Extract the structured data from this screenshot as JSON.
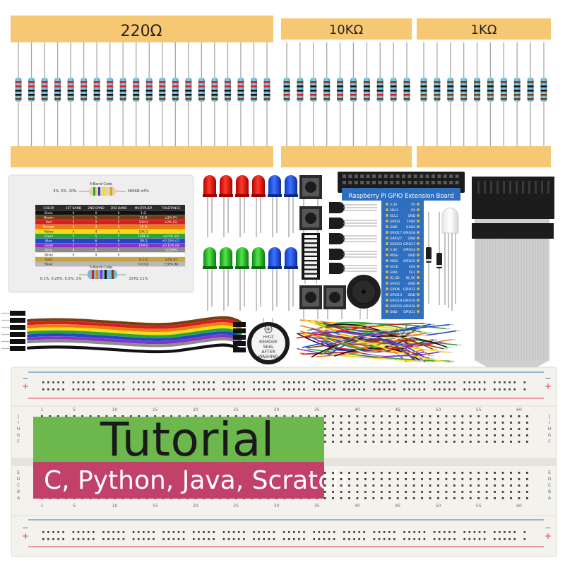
{
  "resistor_labels": {
    "r220": "220Ω",
    "r10k": "10KΩ",
    "r1k": "1KΩ"
  },
  "color_card": {
    "four_band_title": "4-Band-Code",
    "four_band_tol": "2%, 5%, 10%",
    "four_band_value": "560KΩ ±5%",
    "five_band_title": "5-Band-Code",
    "five_band_tol": "0.1%, 0.25%, 0.5%, 1%",
    "five_band_value": "237Ω ±1%",
    "headers": [
      "COLOR",
      "1ST BAND",
      "2ND BAND",
      "3RD BAND",
      "MULTIPLIER",
      "TOLERANCE"
    ],
    "rows": [
      {
        "name": "Black",
        "b1": "0",
        "b2": "0",
        "b3": "0",
        "mult": "1 Ω",
        "tol": "",
        "code": "",
        "color": "#111111",
        "fg": "#ffffff"
      },
      {
        "name": "Brown",
        "b1": "1",
        "b2": "1",
        "b3": "1",
        "mult": "10 Ω",
        "tol": "±1%",
        "code": "(F)",
        "color": "#7a3e12",
        "fg": "#ffffff"
      },
      {
        "name": "Red",
        "b1": "2",
        "b2": "2",
        "b3": "2",
        "mult": "100 Ω",
        "tol": "±2%",
        "code": "(G)",
        "color": "#d81d1d",
        "fg": "#ffffff"
      },
      {
        "name": "Orange",
        "b1": "3",
        "b2": "3",
        "b3": "3",
        "mult": "1K Ω",
        "tol": "",
        "code": "",
        "color": "#f07a12",
        "fg": "#ffffff"
      },
      {
        "name": "Yellow",
        "b1": "4",
        "b2": "4",
        "b3": "4",
        "mult": "10K Ω",
        "tol": "",
        "code": "",
        "color": "#f6dc14",
        "fg": "#222222"
      },
      {
        "name": "Green",
        "b1": "5",
        "b2": "5",
        "b3": "5",
        "mult": "100K Ω",
        "tol": "±0.5%",
        "code": "(D)",
        "color": "#2aa33a",
        "fg": "#ffffff"
      },
      {
        "name": "Blue",
        "b1": "6",
        "b2": "6",
        "b3": "6",
        "mult": "1M Ω",
        "tol": "±0.25%",
        "code": "(C)",
        "color": "#2447c8",
        "fg": "#ffffff"
      },
      {
        "name": "Violet",
        "b1": "7",
        "b2": "7",
        "b3": "7",
        "mult": "10M Ω",
        "tol": "±0.10%",
        "code": "(B)",
        "color": "#8a32c8",
        "fg": "#ffffff"
      },
      {
        "name": "Grey",
        "b1": "8",
        "b2": "8",
        "b3": "8",
        "mult": "",
        "tol": "±0.05%",
        "code": "",
        "color": "#8c8c8c",
        "fg": "#ffffff"
      },
      {
        "name": "White",
        "b1": "9",
        "b2": "9",
        "b3": "9",
        "mult": "",
        "tol": "",
        "code": "",
        "color": "#ffffff",
        "fg": "#222222"
      },
      {
        "name": "Gold",
        "b1": "",
        "b2": "",
        "b3": "",
        "mult": "0.1 Ω",
        "tol": "±5%",
        "code": "(J)",
        "color": "#c9a63b",
        "fg": "#222222"
      },
      {
        "name": "Silver",
        "b1": "",
        "b2": "",
        "b3": "",
        "mult": "0.01 Ω",
        "tol": "±10%",
        "code": "(K)",
        "color": "#b9b9b9",
        "fg": "#222222"
      }
    ]
  },
  "gpio_board": {
    "title": "Raspberry Pi GPIO Extension Board",
    "left_pins": [
      "3.3V",
      "SDA1",
      "SCL1",
      "GPIO4",
      "GND",
      "GPIO17",
      "GPIO27",
      "GPIO22",
      "3.3V",
      "MOSI",
      "MISO",
      "SCLK",
      "GND",
      "ID_SD",
      "GPIO5",
      "GPIO6",
      "GPIO13",
      "GPIO19",
      "GPIO26",
      "GND"
    ],
    "right_pins": [
      "5V",
      "5V",
      "GND",
      "TXD0",
      "RXD0",
      "GPIO18",
      "GND",
      "GPIO23",
      "GPIO24",
      "GND",
      "GPIO25",
      "CE0",
      "CE1",
      "ID_SC",
      "GND",
      "GPIO12",
      "GND",
      "GPIO16",
      "GPIO20",
      "GPIO21"
    ]
  },
  "buzzer_label": {
    "brand": "HYDZ",
    "line1": "REMOVE",
    "line2": "SEAL",
    "line3": "AFTER",
    "line4": "WASHING"
  },
  "breadboard": {
    "column_numbers": [
      "1",
      "5",
      "10",
      "15",
      "20",
      "25",
      "30",
      "35",
      "40",
      "45",
      "50",
      "55",
      "60"
    ],
    "row_letters": [
      "A",
      "B",
      "C",
      "D",
      "E",
      "F",
      "G",
      "H",
      "I",
      "J"
    ],
    "plus": "+",
    "minus": "−"
  },
  "overlay": {
    "tutorial": "Tutorial",
    "languages": "C, Python, Java, Scratch"
  },
  "colors": {
    "tape": "#f7c873",
    "breadboard": "#f4f2ec",
    "rail_red": "#e23a55",
    "rail_blue": "#3a6ec8",
    "tutorial_green": "#6cb84c",
    "languages_magenta": "#c1416b",
    "gpio_blue": "#2f6fc0",
    "ribbon_grey": "#c9c9c9"
  }
}
